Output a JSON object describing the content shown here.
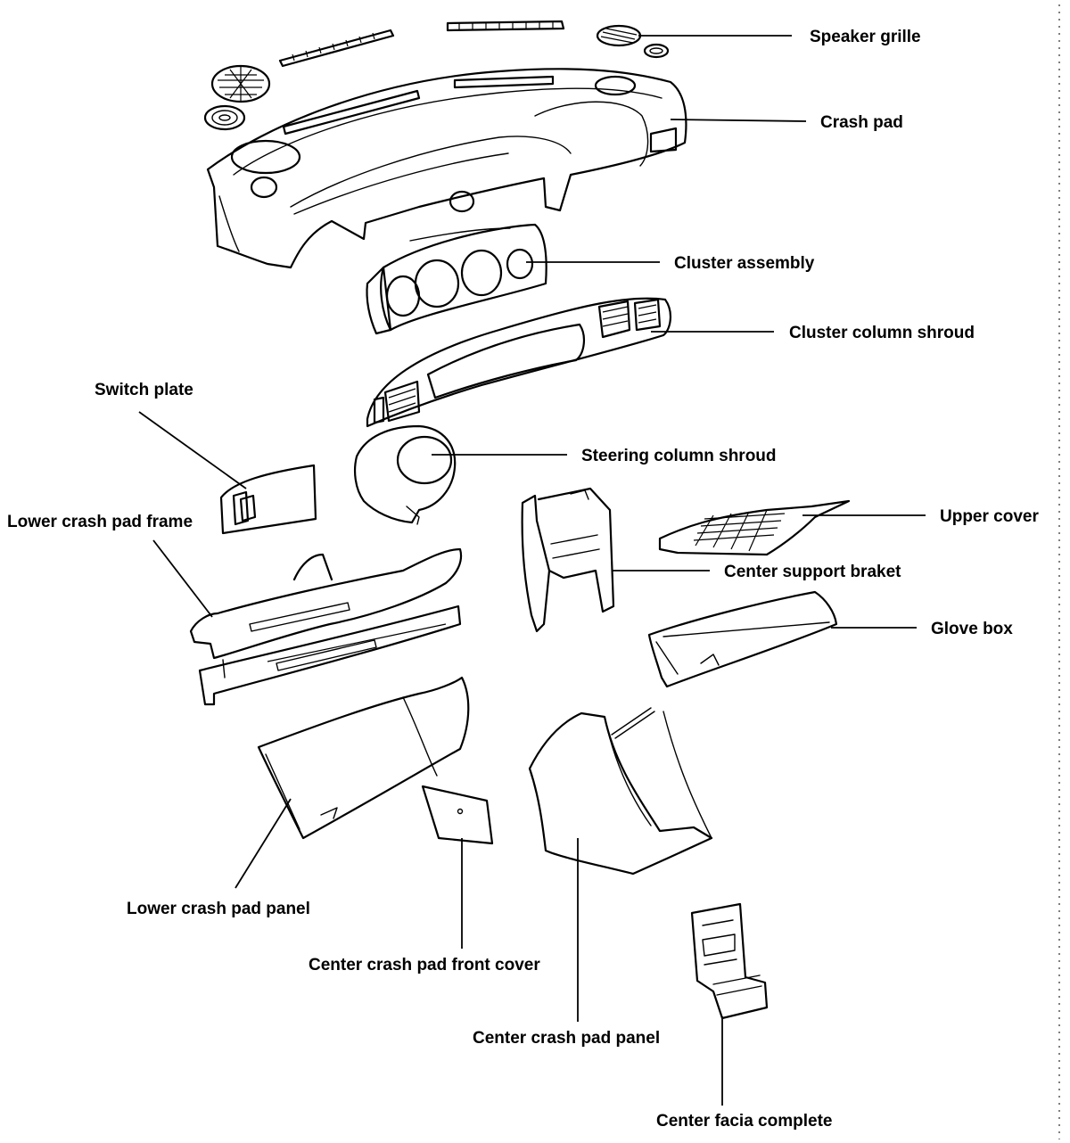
{
  "labels": {
    "speaker_grille": "Speaker grille",
    "crash_pad": "Crash pad",
    "cluster_assembly": "Cluster assembly",
    "cluster_column_shroud": "Cluster column shroud",
    "switch_plate": "Switch plate",
    "steering_column_shroud": "Steering column shroud",
    "lower_crash_pad_frame": "Lower crash pad frame",
    "upper_cover": "Upper cover",
    "center_support_braket": "Center support braket",
    "glove_box": "Glove box",
    "lower_crash_pad_panel": "Lower crash pad panel",
    "center_crash_pad_front_cover": "Center crash pad front cover",
    "center_crash_pad_panel": "Center crash pad panel",
    "center_facia_complete": "Center facia complete"
  }
}
